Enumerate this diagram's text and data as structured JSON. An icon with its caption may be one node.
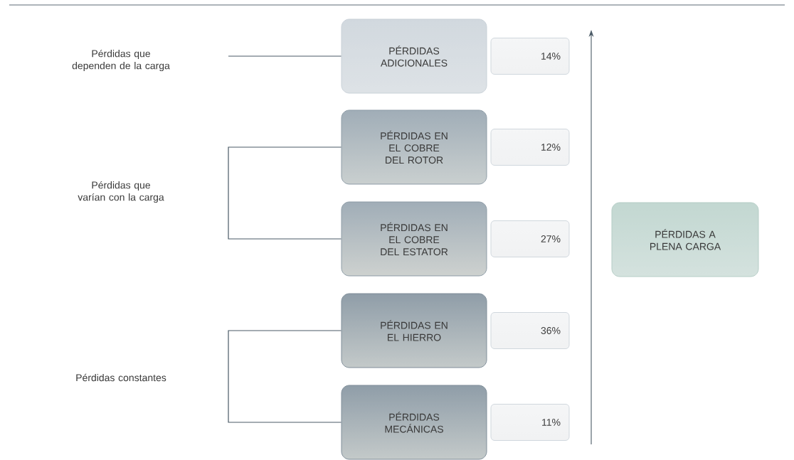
{
  "diagram": {
    "nodes": [
      {
        "text": [
          "PÉRDIDAS ADICIONALES"
        ]
      },
      {
        "text": [
          "14%"
        ]
      },
      {
        "text": [
          "PÉRDIDAS EN EL COBRE DEL ROTOR"
        ]
      },
      {
        "text": [
          "12%"
        ]
      },
      {
        "text": [
          "PÉRDIDAS EN EL COBRE DEL ESTATOR"
        ]
      },
      {
        "text": [
          "27%"
        ]
      },
      {
        "text": [
          "PÉRDIDAS EN EL HIERRO"
        ]
      },
      {
        "text": [
          "36%"
        ]
      },
      {
        "text": [
          "PÉRDIDAS MECÁNICAS"
        ]
      },
      {
        "text": [
          "11%"
        ]
      },
      {
        "text": [
          "PÉRDIDAS A PLENA CARGA"
        ]
      }
    ],
    "edges": [
      {
        "from": null,
        "to": 0,
        "arrow": "none"
      },
      {
        "from": 2,
        "to": 4,
        "arrow": "none"
      },
      {
        "from": 6,
        "to": 8,
        "arrow": "none"
      }
    ],
    "labels": [
      "Pérdidas que dependen de la carga",
      "Pérdidas que varían con la carga",
      "Pérdidas constantes"
    ]
  }
}
